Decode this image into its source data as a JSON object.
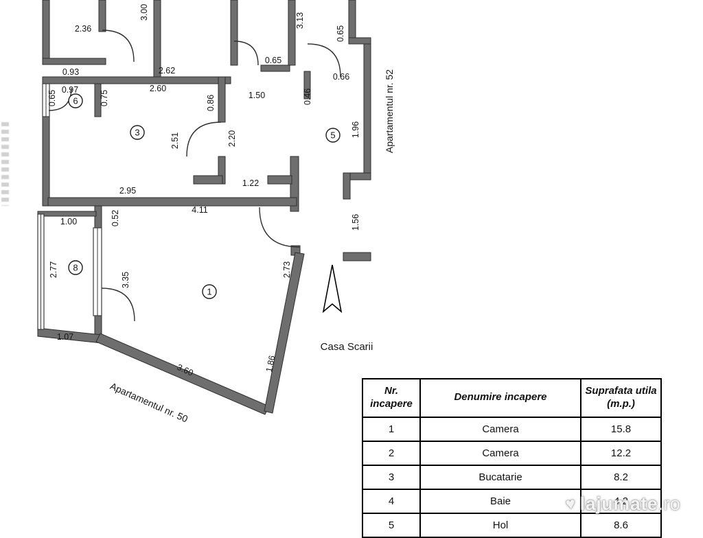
{
  "plan": {
    "apartment_52_label": "Apartamentul nr. 52",
    "apartment_50_label": "Apartamentul nr. 50",
    "stairwell_label": "Casa Scarii",
    "rooms": [
      "6",
      "3",
      "5",
      "8",
      "1"
    ],
    "dims": [
      "2.36",
      "3.00",
      "3.13",
      "0.65",
      "0.93",
      "2.62",
      "0.65",
      "0.66",
      "0.97",
      "0.65",
      "0.75",
      "2.60",
      "0.86",
      "1.50",
      "0.46",
      "1.96",
      "2.51",
      "2.20",
      "1.22",
      "2.95",
      "4.11",
      "1.00",
      "0.52",
      "1.56",
      "2.77",
      "3.35",
      "2.73",
      "1.07",
      "3.60",
      "1.86"
    ]
  },
  "table": {
    "headers": [
      "Nr. incapere",
      "Denumire incapere",
      "Suprafata utila (m.p.)"
    ],
    "rows": [
      [
        "1",
        "Camera",
        "15.8"
      ],
      [
        "2",
        "Camera",
        "12.2"
      ],
      [
        "3",
        "Bucatarie",
        "8.2"
      ],
      [
        "4",
        "Baie",
        "4.2"
      ],
      [
        "5",
        "Hol",
        "8.6"
      ]
    ]
  },
  "watermark": {
    "brand": "lajumate",
    "tld": ".ro"
  }
}
